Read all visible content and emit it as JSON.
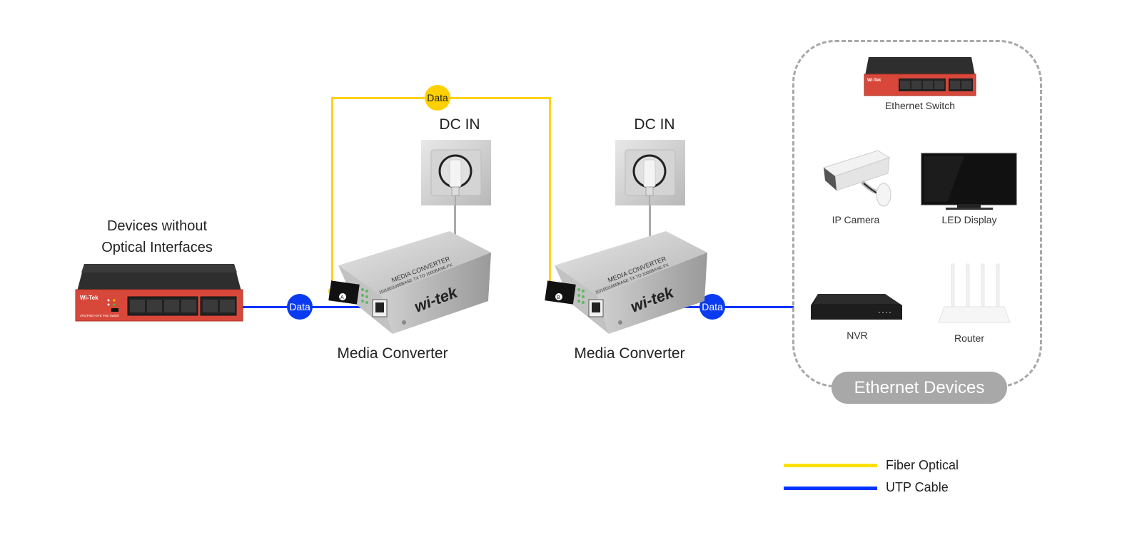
{
  "labels": {
    "source_devices": [
      "Devices without",
      "Optical Interfaces"
    ],
    "dc_in_left": "DC IN",
    "dc_in_right": "DC IN",
    "converter_left": "Media Converter",
    "converter_right": "Media Converter",
    "converter_top_text": "MEDIA CONVERTER",
    "converter_spec_text": "10/100/1000BASE-TX TO 1000BASE-FX",
    "converter_brand": "wi-tek",
    "port_a": "A",
    "port_b": "B",
    "switch_brand": "Wi-Tek",
    "switch_model": "4FE(PoE)+2FE PoE Switch"
  },
  "badges": {
    "fiber": "Data",
    "utp_left": "Data",
    "utp_right": "Data"
  },
  "ethernet_devices": {
    "title": "Ethernet Devices",
    "items": [
      {
        "label": "Ethernet Switch",
        "icon": "ethernet-switch-icon"
      },
      {
        "label": "IP Camera",
        "icon": "ip-camera-icon"
      },
      {
        "label": "LED Display",
        "icon": "led-display-icon"
      },
      {
        "label": "NVR",
        "icon": "nvr-icon"
      },
      {
        "label": "Router",
        "icon": "router-icon"
      }
    ]
  },
  "legend": {
    "items": [
      {
        "label": "Fiber Optical",
        "color": "#FFE000"
      },
      {
        "label": "UTP Cable",
        "color": "#0033FF"
      }
    ]
  },
  "colors": {
    "fiber": "#FFD21A",
    "utp": "#0033FF",
    "switch_red": "#D8483A",
    "group_gray": "#A8A8A8"
  }
}
